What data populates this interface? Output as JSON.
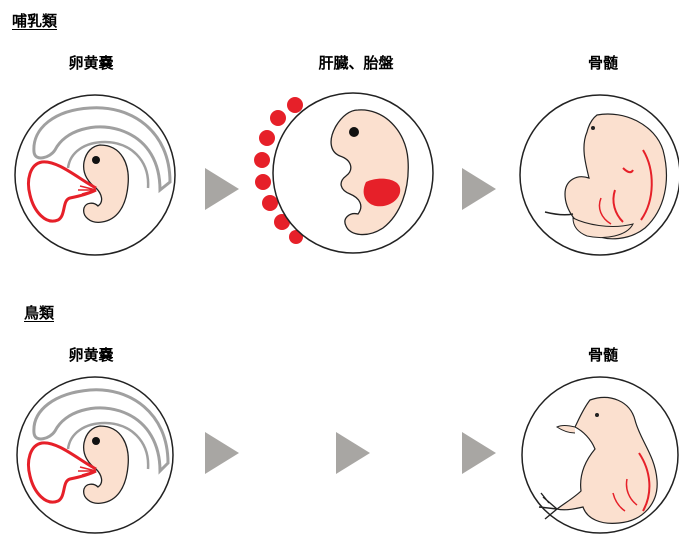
{
  "mammals": {
    "title": "哺乳類",
    "stages": [
      "卵黄嚢",
      "肝臓、胎盤",
      "骨髄"
    ]
  },
  "birds": {
    "title": "鳥類",
    "stages": [
      "卵黄嚢",
      "骨髄"
    ]
  },
  "colors": {
    "embryo_fill": "#fbe0cf",
    "hematopoietic_red": "#e62029",
    "arrow_gray": "#a8a6a3",
    "membrane_gray": "#a0a0a0"
  }
}
